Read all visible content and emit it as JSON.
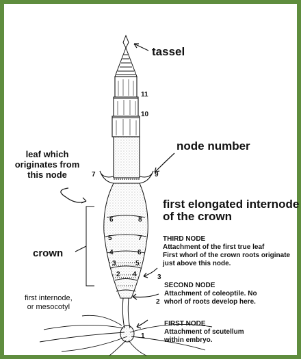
{
  "labels": {
    "tassel": "tassel",
    "node_number": "node number",
    "leaf_line1": "leaf which",
    "leaf_line2": "originates from",
    "leaf_line3": "this node",
    "elong_line1": "first elongated internode",
    "elong_line2": "of the crown",
    "crown": "crown",
    "mesocotyl_line1": "first internode,",
    "mesocotyl_line2": "or mesocotyl"
  },
  "nodes": {
    "third": {
      "title": "THIRD NODE",
      "line1": "Attachment of the first true leaf",
      "line2": "First whorl of the crown roots originate",
      "line3": "just above this node."
    },
    "second": {
      "title": "SECOND NODE",
      "line1": "Attachment of coleoptile.  No",
      "line2": "whorl of roots develop here."
    },
    "first": {
      "title": "FIRST NODE",
      "line1": "Attachment of scutellum",
      "line2": "within embryo."
    }
  },
  "numbers": [
    "1",
    "2",
    "3",
    "4",
    "5",
    "6",
    "7",
    "8",
    "9",
    "10",
    "11"
  ],
  "colors": {
    "border": "#5f8d3e",
    "ink": "#111111"
  }
}
